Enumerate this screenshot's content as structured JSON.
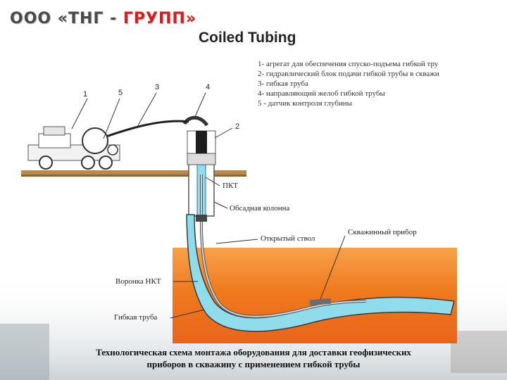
{
  "header": {
    "logo_part1": "ООО «ТНГ -",
    "logo_part2": "ГРУПП»",
    "title": "Coiled Tubing"
  },
  "legend": [
    "1- агрегат для обеспечения спуско-подъема гибкой тру",
    "2- гидравлический блок подачи гибкой трубы в скважи",
    "3- гибкая труба",
    "4- направляющий желоб гибкой трубы",
    "5 - датчик контроля глубины"
  ],
  "callouts": {
    "n1": "1",
    "n5": "5",
    "n3": "3",
    "n4": "4",
    "n2": "2"
  },
  "labels": {
    "pkt": "ПКТ",
    "casing": "Обсадная колонна",
    "open_hole": "Открытый ствол",
    "downhole_tool": "Скважинный прибор",
    "funnel": "Воронка НКТ",
    "coiled_tube": "Гибкая труба"
  },
  "caption": {
    "line1": "Технологическая схема монтажа оборудования для доставки геофизических",
    "line2": "приборов в скважину с применением гибкой трубы"
  },
  "colors": {
    "formation": "#f07a1e",
    "fluid": "#8fdcec",
    "ground": "#b88a52",
    "logo_red": "#d21f1f"
  }
}
